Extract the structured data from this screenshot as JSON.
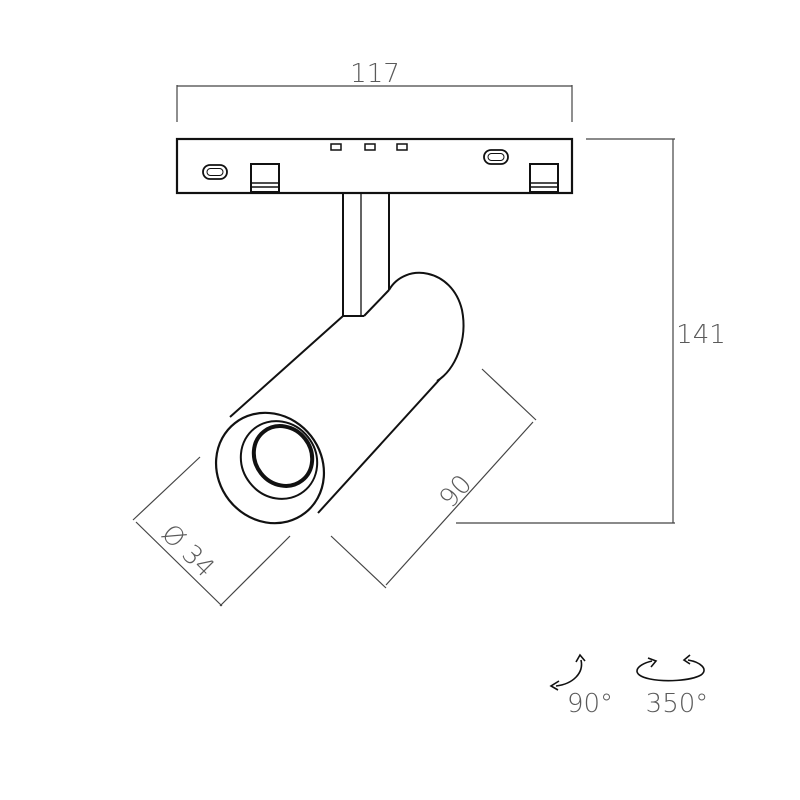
{
  "dimensions": {
    "width": "117",
    "height": "141",
    "length": "90",
    "diameter": "Ø 34"
  },
  "rotation": {
    "tilt": "90°",
    "pan": "350°"
  },
  "colors": {
    "outline": "#111111",
    "dimension_line": "#444444",
    "label": "#5a5a5a"
  },
  "icons": [
    "tilt-arrow-icon",
    "pan-rotation-icon"
  ]
}
